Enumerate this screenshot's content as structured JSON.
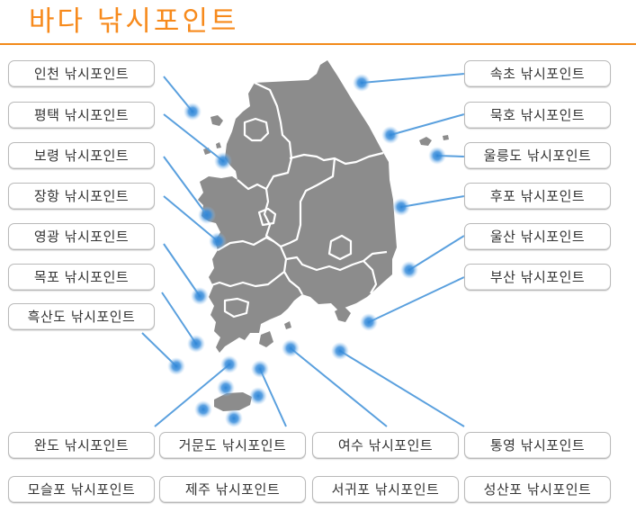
{
  "page": {
    "title": "바다 낚시포인트"
  },
  "colors": {
    "title": "#f78a1c",
    "rule": "#f28a1a",
    "land": "#8c8c8c",
    "border": "#ffffff",
    "dot": "#2f86d6",
    "line": "#5aa0de",
    "button_border": "#b9b9b9",
    "button_text": "#333333"
  },
  "points": {
    "left": [
      {
        "id": "incheon",
        "label": "인천 낚시포인트"
      },
      {
        "id": "pyeongtaek",
        "label": "평택 낚시포인트"
      },
      {
        "id": "boryeong",
        "label": "보령 낚시포인트"
      },
      {
        "id": "janghang",
        "label": "장항 낚시포인트"
      },
      {
        "id": "yeonggwang",
        "label": "영광 낚시포인트"
      },
      {
        "id": "mokpo",
        "label": "목포 낚시포인트"
      },
      {
        "id": "heuksando",
        "label": "흑산도 낚시포인트"
      }
    ],
    "right": [
      {
        "id": "sokcho",
        "label": "속초 낚시포인트"
      },
      {
        "id": "mukho",
        "label": "묵호 낚시포인트"
      },
      {
        "id": "ulleungdo",
        "label": "울릉도 낚시포인트"
      },
      {
        "id": "hupo",
        "label": "후포 낚시포인트"
      },
      {
        "id": "ulsan",
        "label": "울산 낚시포인트"
      },
      {
        "id": "busan",
        "label": "부산 낚시포인트"
      }
    ],
    "bottom_row1": [
      {
        "id": "wando",
        "label": "완도 낚시포인트"
      },
      {
        "id": "geomundo",
        "label": "거문도 낚시포인트"
      },
      {
        "id": "yeosu",
        "label": "여수 낚시포인트"
      },
      {
        "id": "tongyeong",
        "label": "통영 낚시포인트"
      }
    ],
    "bottom_row2": [
      {
        "id": "moseulpo",
        "label": "모슬포 낚시포인트"
      },
      {
        "id": "jeju",
        "label": "제주 낚시포인트"
      },
      {
        "id": "seogwipo",
        "label": "서귀포 낚시포인트"
      },
      {
        "id": "seongsanpo",
        "label": "성산포 낚시포인트"
      }
    ]
  },
  "map": {
    "region": "South Korea",
    "markers": [
      "incheon",
      "pyeongtaek",
      "boryeong",
      "janghang",
      "yeonggwang",
      "mokpo",
      "heuksando",
      "sokcho",
      "mukho",
      "ulleungdo",
      "hupo",
      "ulsan",
      "busan",
      "wando",
      "geomundo",
      "yeosu",
      "tongyeong",
      "moseulpo",
      "jeju",
      "seogwipo",
      "seongsanpo"
    ]
  }
}
